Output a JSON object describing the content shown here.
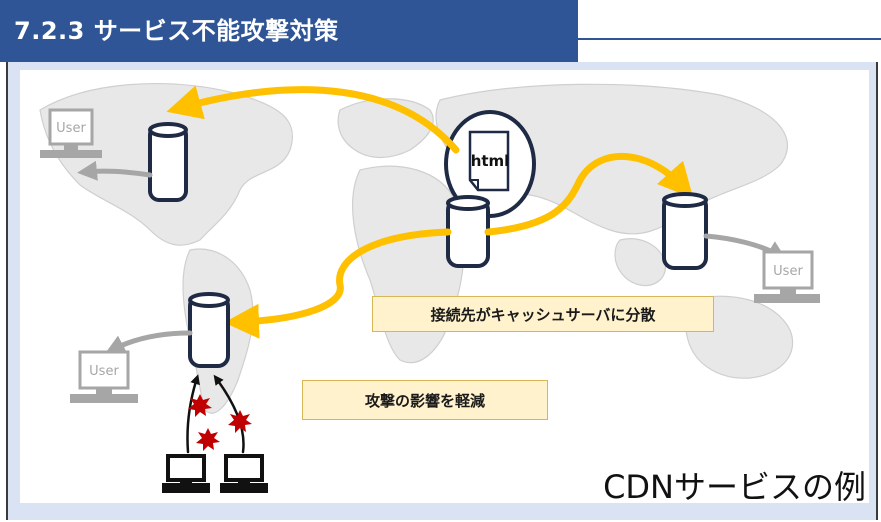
{
  "title": "7.2.3 サービス不能攻撃対策",
  "diagram": {
    "origin_label": "html",
    "user_labels": [
      "User",
      "User",
      "User"
    ],
    "callouts": {
      "distribute": "接続先がキャッシュサーバに分散",
      "mitigate": "攻撃の影響を軽減"
    },
    "caption": "CDNサービスの例"
  },
  "colors": {
    "title_bg": "#2f5597",
    "frame_bg": "#dae3f3",
    "arrow": "#ffc000",
    "server_outline": "#1f2a44",
    "attack": "#c00000",
    "callout_bg": "#fff2cc",
    "user_icon": "#a6a6a6",
    "map": "#e6e6e6"
  }
}
